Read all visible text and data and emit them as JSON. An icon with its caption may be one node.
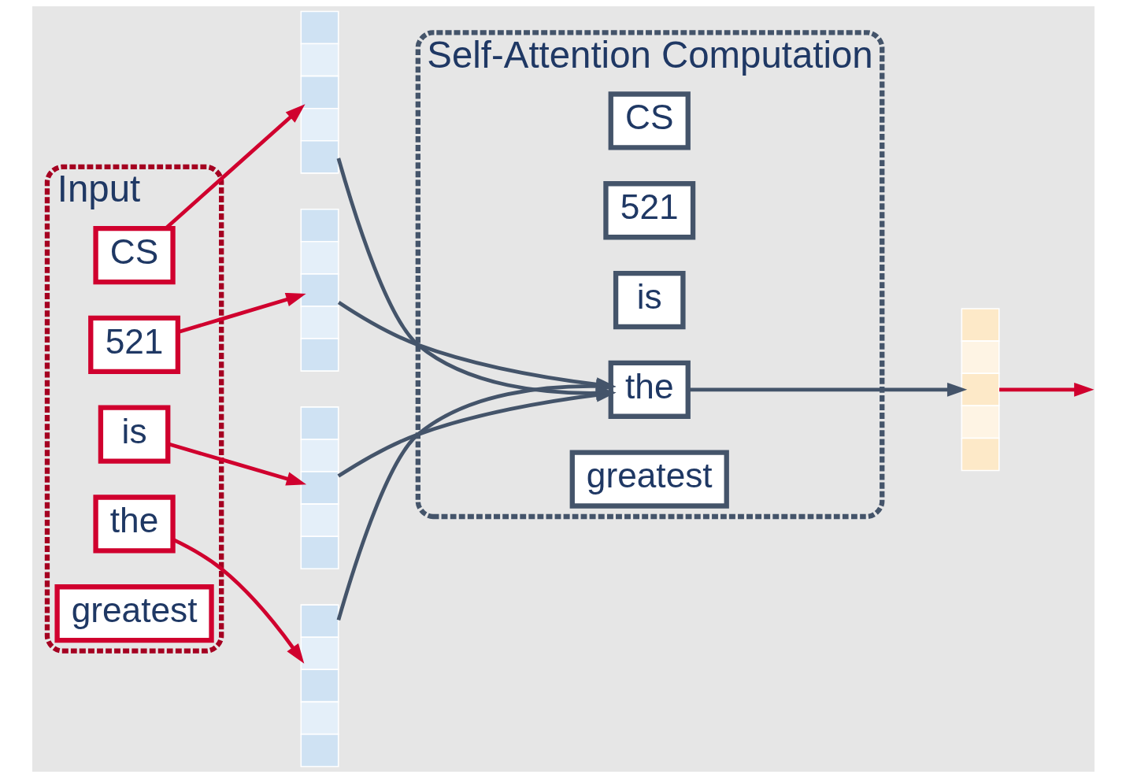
{
  "diagram": {
    "nodes": [
      {
        "text": [
          "Input"
        ]
      },
      {
        "text": [
          "CS"
        ],
        "in": 0
      },
      {
        "text": [
          "521"
        ],
        "in": 0
      },
      {
        "text": [
          "is"
        ],
        "in": 0
      },
      {
        "text": [
          "the"
        ],
        "in": 0
      },
      {
        "text": [
          "greatest"
        ],
        "in": 0
      },
      {
        "text": [
          "Self-Attention Computation"
        ]
      },
      {
        "text": [
          "CS"
        ],
        "in": 6
      },
      {
        "text": [
          "521"
        ],
        "in": 6
      },
      {
        "text": [
          "is"
        ],
        "in": 6
      },
      {
        "text": [
          "the"
        ],
        "in": 6
      },
      {
        "text": [
          "greatest"
        ],
        "in": 6
      },
      {
        "text": [],
        "shape": "bar"
      },
      {
        "text": [],
        "shape": "bar"
      },
      {
        "text": [],
        "shape": "bar"
      },
      {
        "text": [],
        "shape": "bar"
      },
      {
        "text": [],
        "shape": "bar"
      }
    ],
    "edges": [
      {
        "from": 1,
        "to": 12,
        "arrow": "to",
        "color": "#d0002e"
      },
      {
        "from": 2,
        "to": 13,
        "arrow": "to",
        "color": "#d0002e"
      },
      {
        "from": 3,
        "to": 14,
        "arrow": "to",
        "color": "#d0002e"
      },
      {
        "from": 4,
        "to": 15,
        "arrow": "to",
        "color": "#d0002e"
      },
      {
        "from": 12,
        "to": 10,
        "arrow": "to",
        "color": "#44546a"
      },
      {
        "from": 13,
        "to": 10,
        "arrow": "to",
        "color": "#44546a"
      },
      {
        "from": 14,
        "to": 10,
        "arrow": "to",
        "color": "#44546a"
      },
      {
        "from": 15,
        "to": 10,
        "arrow": "to",
        "color": "#44546a"
      },
      {
        "from": 10,
        "to": 16,
        "arrow": "to",
        "color": "#44546a"
      },
      {
        "from": 16,
        "to": null,
        "arrow": "to",
        "color": "#d0002e"
      }
    ]
  }
}
